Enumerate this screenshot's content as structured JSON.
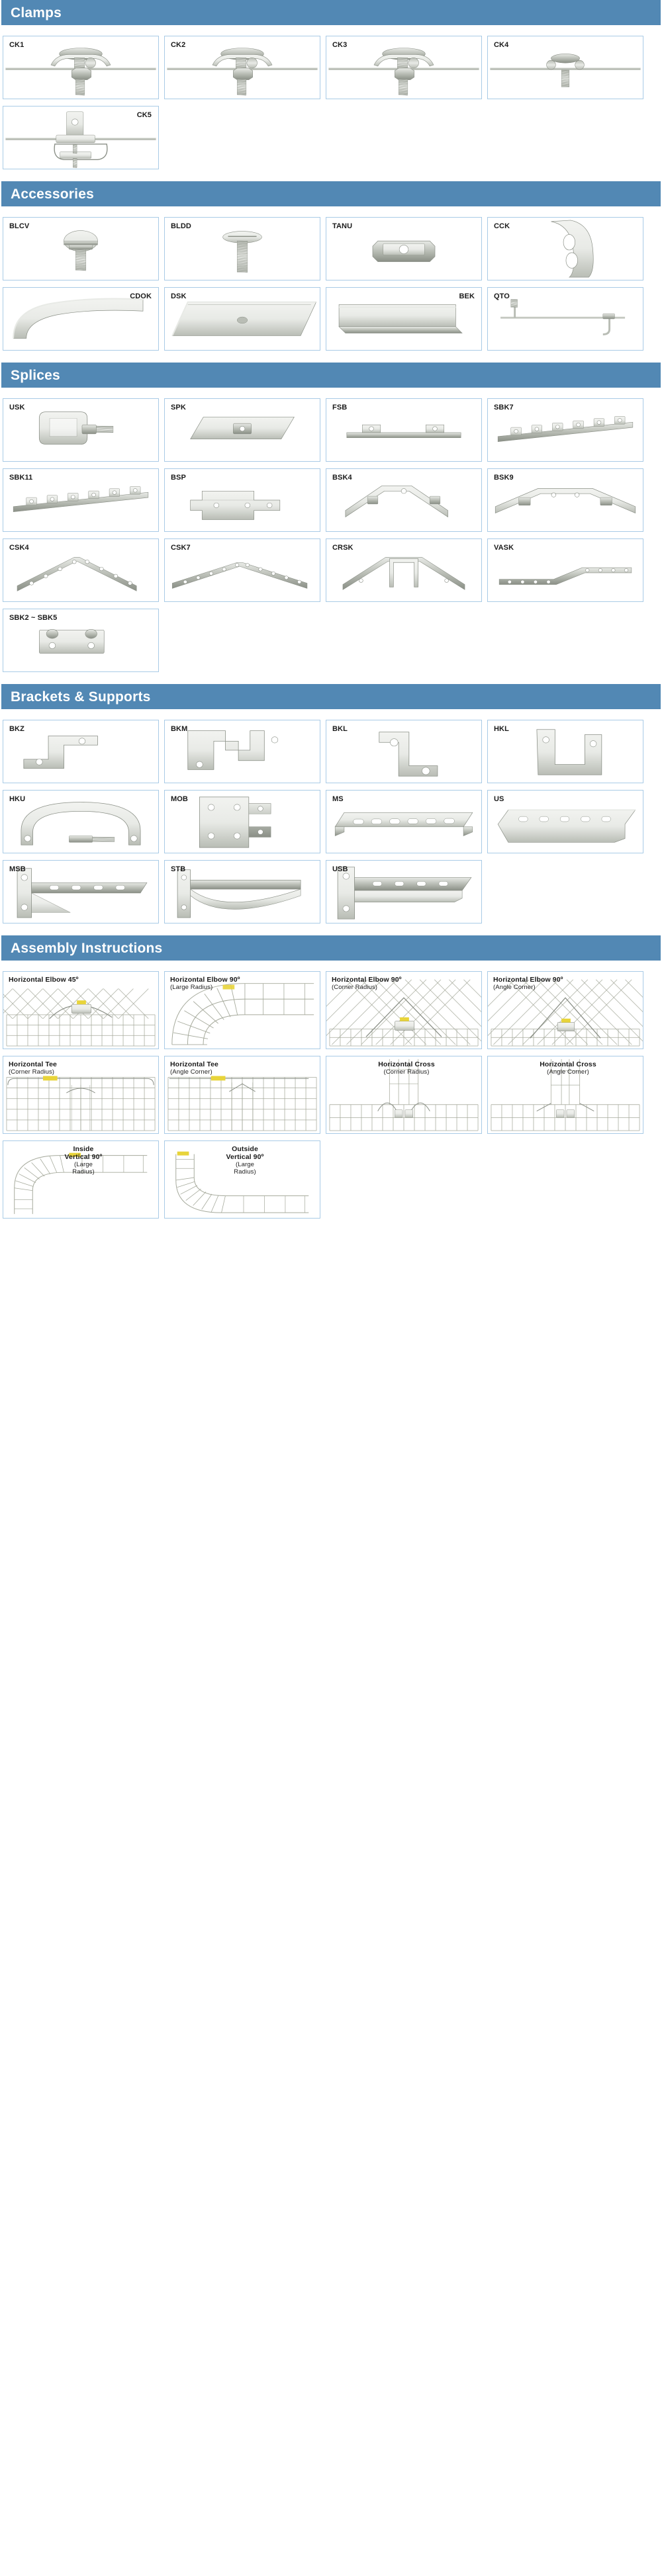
{
  "theme": {
    "header_bg": "#5288b4",
    "header_text": "#ffffff",
    "card_border": "#a9cbe6",
    "metal_light": "#e8eae6",
    "metal_mid": "#b9bdb5",
    "metal_dark": "#8a8f86",
    "mesh_line": "#a6aa9c",
    "accent_yellow": "#e8d43a",
    "page_bg": "#ffffff"
  },
  "sections": [
    {
      "id": "clamps",
      "title": "Clamps",
      "items": [
        {
          "label": "CK1",
          "align": "left",
          "art": "clamp-bolt-saddle"
        },
        {
          "label": "CK2",
          "align": "left",
          "art": "clamp-bolt-saddle"
        },
        {
          "label": "CK3",
          "align": "left",
          "art": "clamp-bolt-saddle"
        },
        {
          "label": "CK4",
          "align": "left",
          "art": "clamp-small-bolt"
        },
        {
          "label": "CK5",
          "align": "right",
          "art": "clamp-bracket-tab"
        }
      ]
    },
    {
      "id": "accessories",
      "title": "Accessories",
      "items": [
        {
          "label": "BLCV",
          "align": "left",
          "art": "dome-bolt"
        },
        {
          "label": "BLDD",
          "align": "left",
          "art": "pan-screw"
        },
        {
          "label": "TANU",
          "align": "left",
          "art": "channel-nut"
        },
        {
          "label": "CCK",
          "align": "left",
          "art": "curved-plate-holes"
        },
        {
          "label": "CDOK",
          "align": "right",
          "art": "cover-corner"
        },
        {
          "label": "DSK",
          "align": "left",
          "art": "long-cover-strip"
        },
        {
          "label": "BEK",
          "align": "right",
          "art": "end-plate"
        },
        {
          "label": "QTO",
          "align": "left",
          "art": "threaded-rod-hook"
        }
      ]
    },
    {
      "id": "splices",
      "title": "Splices",
      "items": [
        {
          "label": "USK",
          "align": "left",
          "art": "u-splice-block"
        },
        {
          "label": "SPK",
          "align": "left",
          "art": "flat-splice-plate"
        },
        {
          "label": "FSB",
          "align": "left",
          "art": "thin-splice-bar"
        },
        {
          "label": "SBK7",
          "align": "left",
          "art": "long-splice-bar"
        },
        {
          "label": "SBK11",
          "align": "left",
          "art": "long-splice-bar"
        },
        {
          "label": "BSP",
          "align": "left",
          "art": "stepped-plate"
        },
        {
          "label": "BSK4",
          "align": "left",
          "art": "angled-splice"
        },
        {
          "label": "BSK9",
          "align": "left",
          "art": "wide-angled-splice"
        },
        {
          "label": "CSK4",
          "align": "left",
          "art": "peak-splice"
        },
        {
          "label": "CSK7",
          "align": "left",
          "art": "wide-peak-splice"
        },
        {
          "label": "CRSK",
          "align": "left",
          "art": "u-peak-splice"
        },
        {
          "label": "VASK",
          "align": "left",
          "art": "shallow-angle-splice"
        },
        {
          "label": "SBK2 ~ SBK5",
          "align": "left",
          "art": "short-splice-plate"
        }
      ]
    },
    {
      "id": "brackets",
      "title": "Brackets & Supports",
      "items": [
        {
          "label": "BKZ",
          "align": "left",
          "art": "z-bracket"
        },
        {
          "label": "BKM",
          "align": "left",
          "art": "m-bracket"
        },
        {
          "label": "BKL",
          "align": "left",
          "art": "l-bracket"
        },
        {
          "label": "HKL",
          "align": "left",
          "art": "hook-bracket"
        },
        {
          "label": "HKU",
          "align": "left",
          "art": "arch-bracket"
        },
        {
          "label": "MOB",
          "align": "left",
          "art": "mount-plate"
        },
        {
          "label": "MS",
          "align": "left",
          "art": "slotted-channel"
        },
        {
          "label": "US",
          "align": "left",
          "art": "u-channel"
        },
        {
          "label": "MSB",
          "align": "left",
          "art": "cantilever-arm"
        },
        {
          "label": "STB",
          "align": "left",
          "art": "stirrup-bracket"
        },
        {
          "label": "USB",
          "align": "left",
          "art": "u-support-arm"
        }
      ]
    },
    {
      "id": "assembly",
      "title": "Assembly Instructions",
      "items": [
        {
          "label": "Horizontal Elbow 45º",
          "sub": "",
          "align": "left",
          "art": "mesh-elbow-45"
        },
        {
          "label": "Horizontal Elbow 90º",
          "sub": "(Large Radius)",
          "align": "left",
          "art": "mesh-elbow-large"
        },
        {
          "label": "Horizontal Elbow 90º",
          "sub": "(Corner Radius)",
          "align": "left",
          "art": "mesh-elbow-corner"
        },
        {
          "label": "Horizontal Elbow 90º",
          "sub": "(Angle Corner)",
          "align": "left",
          "art": "mesh-elbow-angle"
        },
        {
          "label": "Horizontal Tee",
          "sub": "(Corner Radius)",
          "align": "left",
          "art": "mesh-tee-corner"
        },
        {
          "label": "Horizontal Tee",
          "sub": "(Angle Corner)",
          "align": "left",
          "art": "mesh-tee-angle"
        },
        {
          "label": "Horizontal Cross",
          "sub": "(Corner Radius)",
          "align": "center",
          "art": "mesh-cross-corner"
        },
        {
          "label": "Horizontal Cross",
          "sub": "(Angle Corner)",
          "align": "center",
          "art": "mesh-cross-angle"
        },
        {
          "label": "Inside\nVertical 90º",
          "sub": "(Large\nRadius)",
          "align": "center",
          "art": "mesh-vert-inside"
        },
        {
          "label": "Outside\nVertical 90º",
          "sub": "(Large\nRadius)",
          "align": "center",
          "art": "mesh-vert-outside"
        }
      ]
    }
  ]
}
